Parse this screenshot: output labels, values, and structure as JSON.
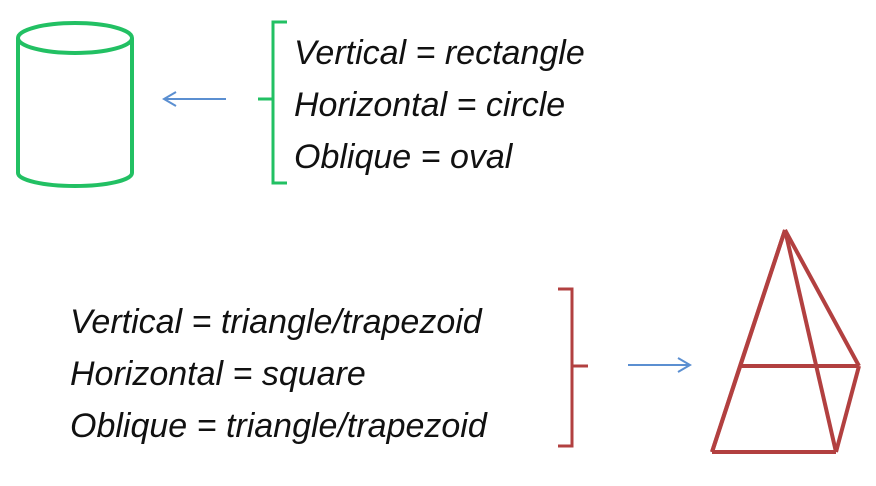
{
  "cylinder_section": {
    "shape_icon": "cylinder-icon",
    "color": "#22c063",
    "arrow_color": "#5b8fd1",
    "lines": [
      "Vertical = rectangle",
      "Horizontal = circle",
      "Oblique = oval"
    ]
  },
  "pyramid_section": {
    "shape_icon": "pyramid-icon",
    "color": "#b24040",
    "arrow_color": "#5b8fd1",
    "lines": [
      "Vertical = triangle/trapezoid",
      "Horizontal = square",
      "Oblique = triangle/trapezoid"
    ]
  }
}
